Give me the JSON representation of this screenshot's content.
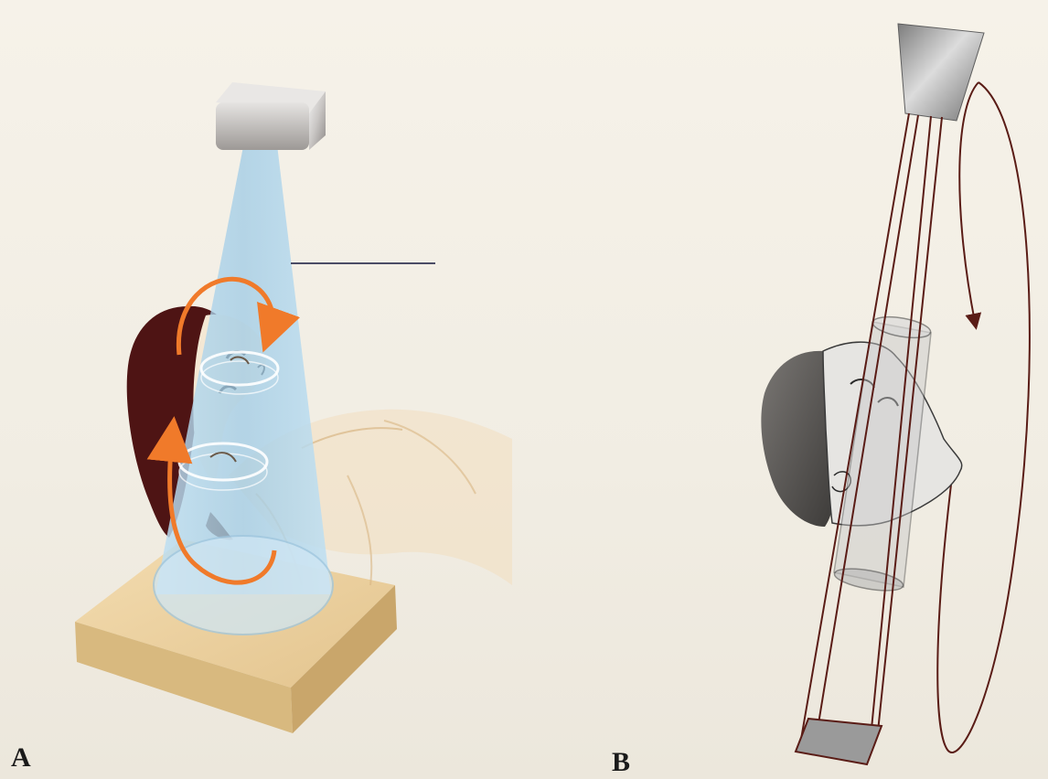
{
  "figure": {
    "panel_a_label": "A",
    "panel_b_label": "B"
  },
  "colors": {
    "page_background": "#f3efe6",
    "beam_blue": "#a9cfe8",
    "rotation_arrow_orange": "#f07a2a",
    "base_tan": "#e8cf9e",
    "hair_dark": "#4e1414",
    "beam_line_brown": "#5a1c16",
    "detector_gray": "#9a9a9a"
  },
  "icons": {
    "x_ray_source_a": "x-ray-source-box",
    "x_ray_source_b": "x-ray-tube-trapezoid",
    "detector_b": "flat-panel-detector"
  }
}
